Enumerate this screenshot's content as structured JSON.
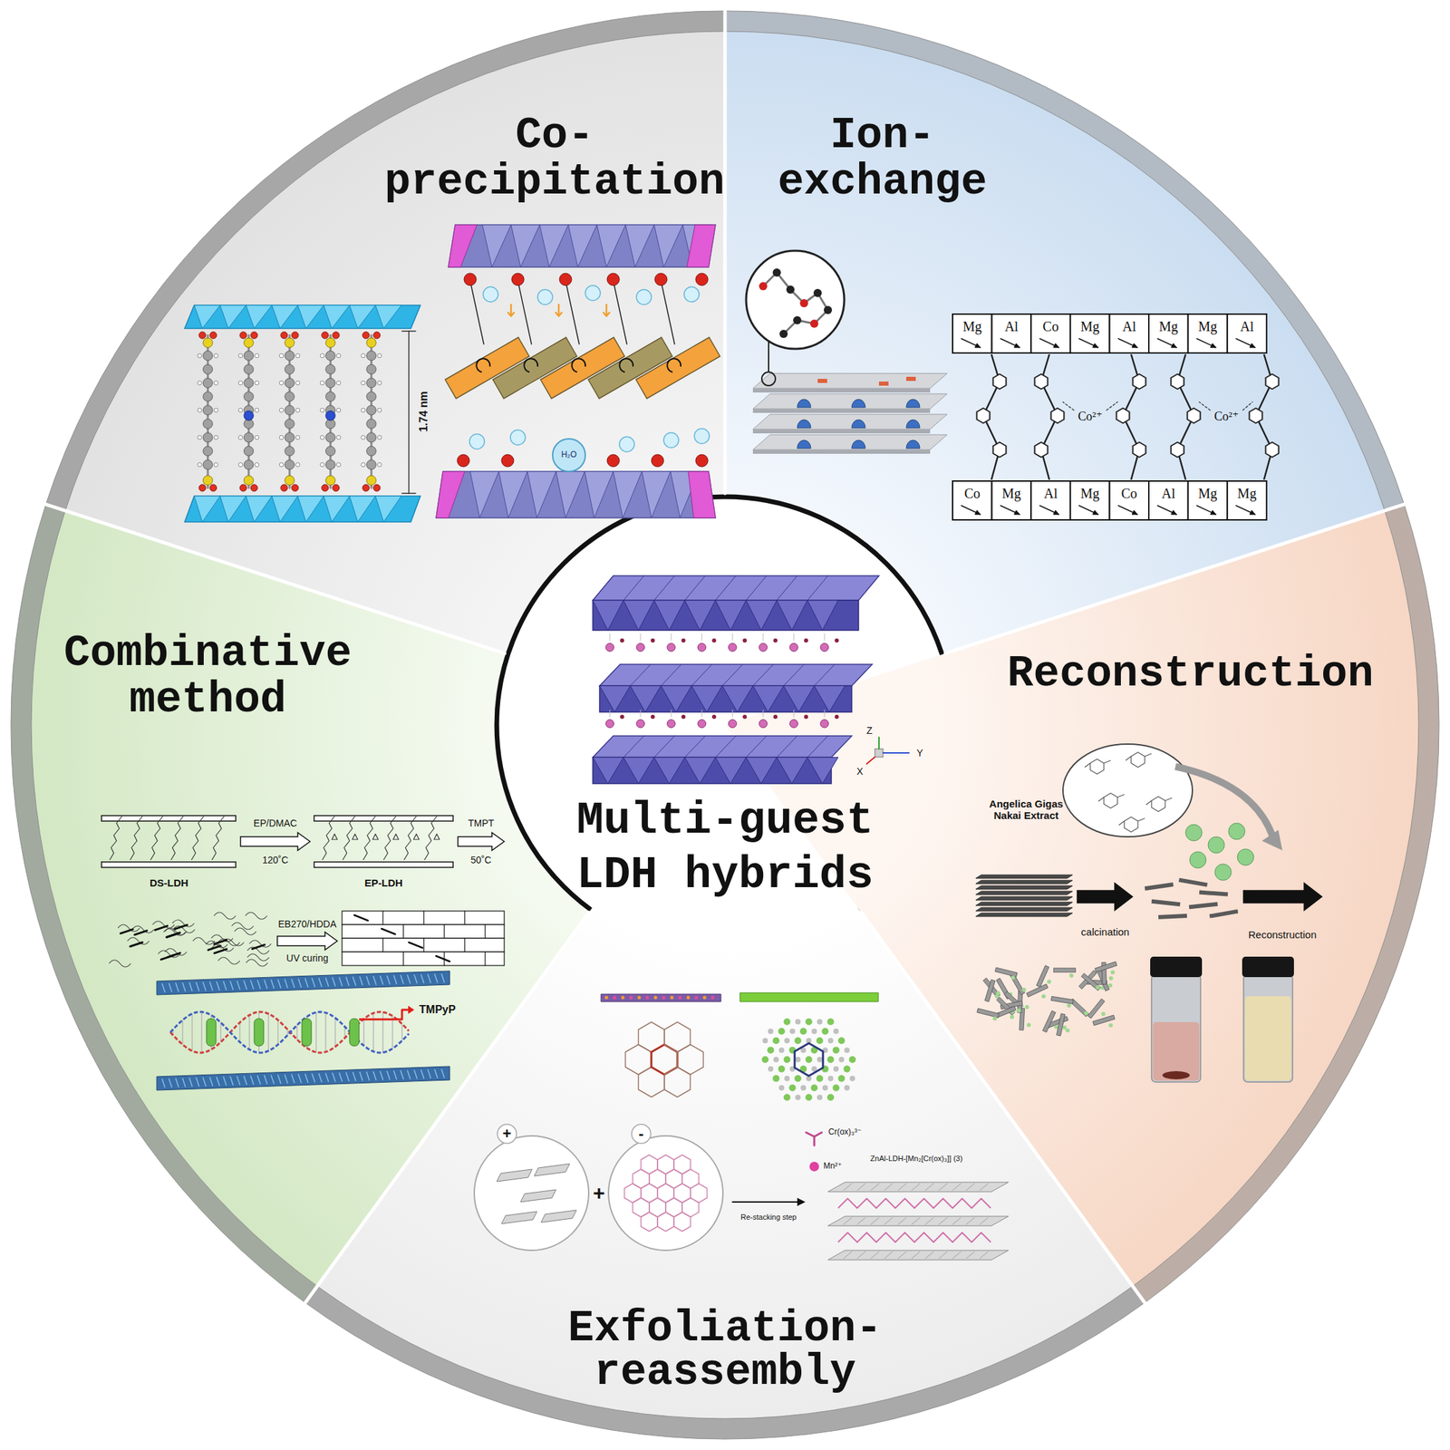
{
  "diagram": {
    "nodes": [
      {
        "text": [
          "Co- precipitation"
        ]
      },
      {
        "text": [
          "Ion- exchange"
        ]
      },
      {
        "text": [
          "Combinative method"
        ]
      },
      {
        "text": [
          "Multi-guest LDH hybrids"
        ]
      },
      {
        "text": [
          "Reconstruction"
        ]
      },
      {
        "text": [
          "Exfoliation- reassembly"
        ]
      }
    ],
    "labels": [
      "1.74 nm",
      "H₂O",
      "Mg",
      "Al",
      "Co",
      "Mg",
      "Al",
      "Mg",
      "Mg",
      "Al",
      "Co²⁺",
      "Co²⁺",
      "Co",
      "Mg",
      "Al",
      "Mg",
      "Co",
      "Al",
      "Mg",
      "Mg",
      "EP/DMAC",
      "120˚C",
      "TMPT",
      "50˚C",
      "DS-LDH",
      "EP-LDH",
      "EB270/HDDA",
      "UV curing",
      "TMPyP",
      "Angelica Gigas Nakai Extract",
      "calcination",
      "Reconstruction",
      "+",
      "+",
      "-",
      "Cr(ox)₃³⁻",
      "Mn²⁺",
      "ZnAl-LDH-[Mn₂[Cr(ox)₃]] (3)",
      "Re-stacking step",
      "Z",
      "Y",
      "X"
    ]
  }
}
